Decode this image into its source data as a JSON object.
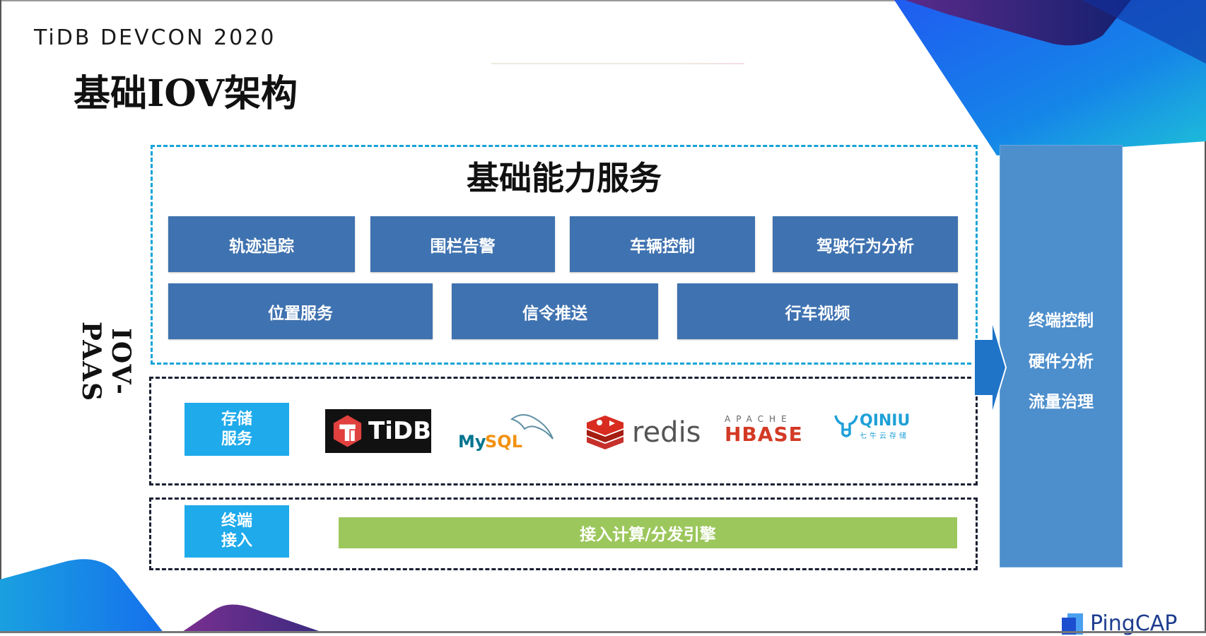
{
  "header": {
    "conference": "TiDB DEVCON 2020",
    "title": "基础IOV架构"
  },
  "platform_label": "IOV-PAAS",
  "capability_services": {
    "title": "基础能力服务",
    "row1": [
      "轨迹追踪",
      "围栏告警",
      "车辆控制",
      "驾驶行为分析"
    ],
    "row2": [
      "位置服务",
      "信令推送",
      "行车视频"
    ]
  },
  "storage": {
    "label_line1": "存储",
    "label_line2": "服务",
    "logos": {
      "tidb": "TiDB",
      "mysql_my": "My",
      "mysql_sql": "SQL",
      "redis": "redis",
      "hbase_top": "APACHE",
      "hbase_main": "HBASE",
      "qiniu": "QINIU",
      "qiniu_sub": "七牛云存储"
    }
  },
  "terminal_access": {
    "label_line1": "终端",
    "label_line2": "接入",
    "engine": "接入计算/分发引擎"
  },
  "right_panel": {
    "items": [
      "终端控制",
      "硬件分析",
      "流量治理"
    ]
  },
  "footer": {
    "brand": "PingCAP"
  },
  "colors": {
    "service_box": "#3f72b0",
    "tag_box": "#1eaaeb",
    "engine_bar": "#9cc75c",
    "right_panel": "#4d8ecc",
    "cyan_dash": "#13a3d8",
    "dark_dash": "#1b1f33"
  }
}
